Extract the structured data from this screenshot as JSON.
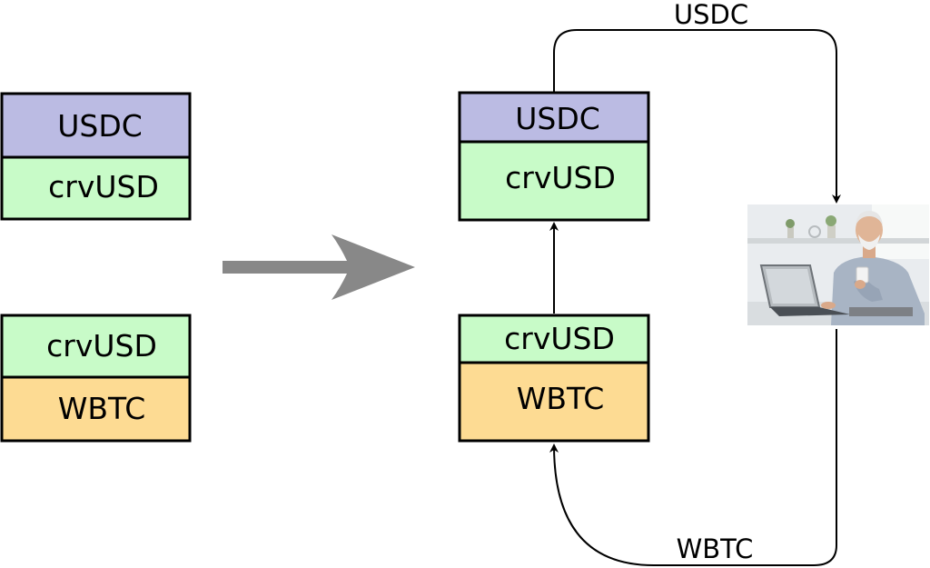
{
  "colors": {
    "usdc": "#bbbbe3",
    "crvusd": "#c8fbc8",
    "wbtc": "#fddb93",
    "outline": "#000000",
    "big_arrow": "#888888"
  },
  "before": {
    "pool_top": {
      "top_label": "USDC",
      "bottom_label": "crvUSD"
    },
    "pool_bottom": {
      "top_label": "crvUSD",
      "bottom_label": "WBTC"
    }
  },
  "after": {
    "pool_top": {
      "top_label": "USDC",
      "bottom_label": "crvUSD"
    },
    "pool_bottom": {
      "top_label": "crvUSD",
      "bottom_label": "WBTC"
    },
    "flow_out_label": "USDC",
    "flow_in_label": "WBTC"
  },
  "icons": {
    "transition": "right-arrow-icon",
    "trader": "trader-photo"
  }
}
